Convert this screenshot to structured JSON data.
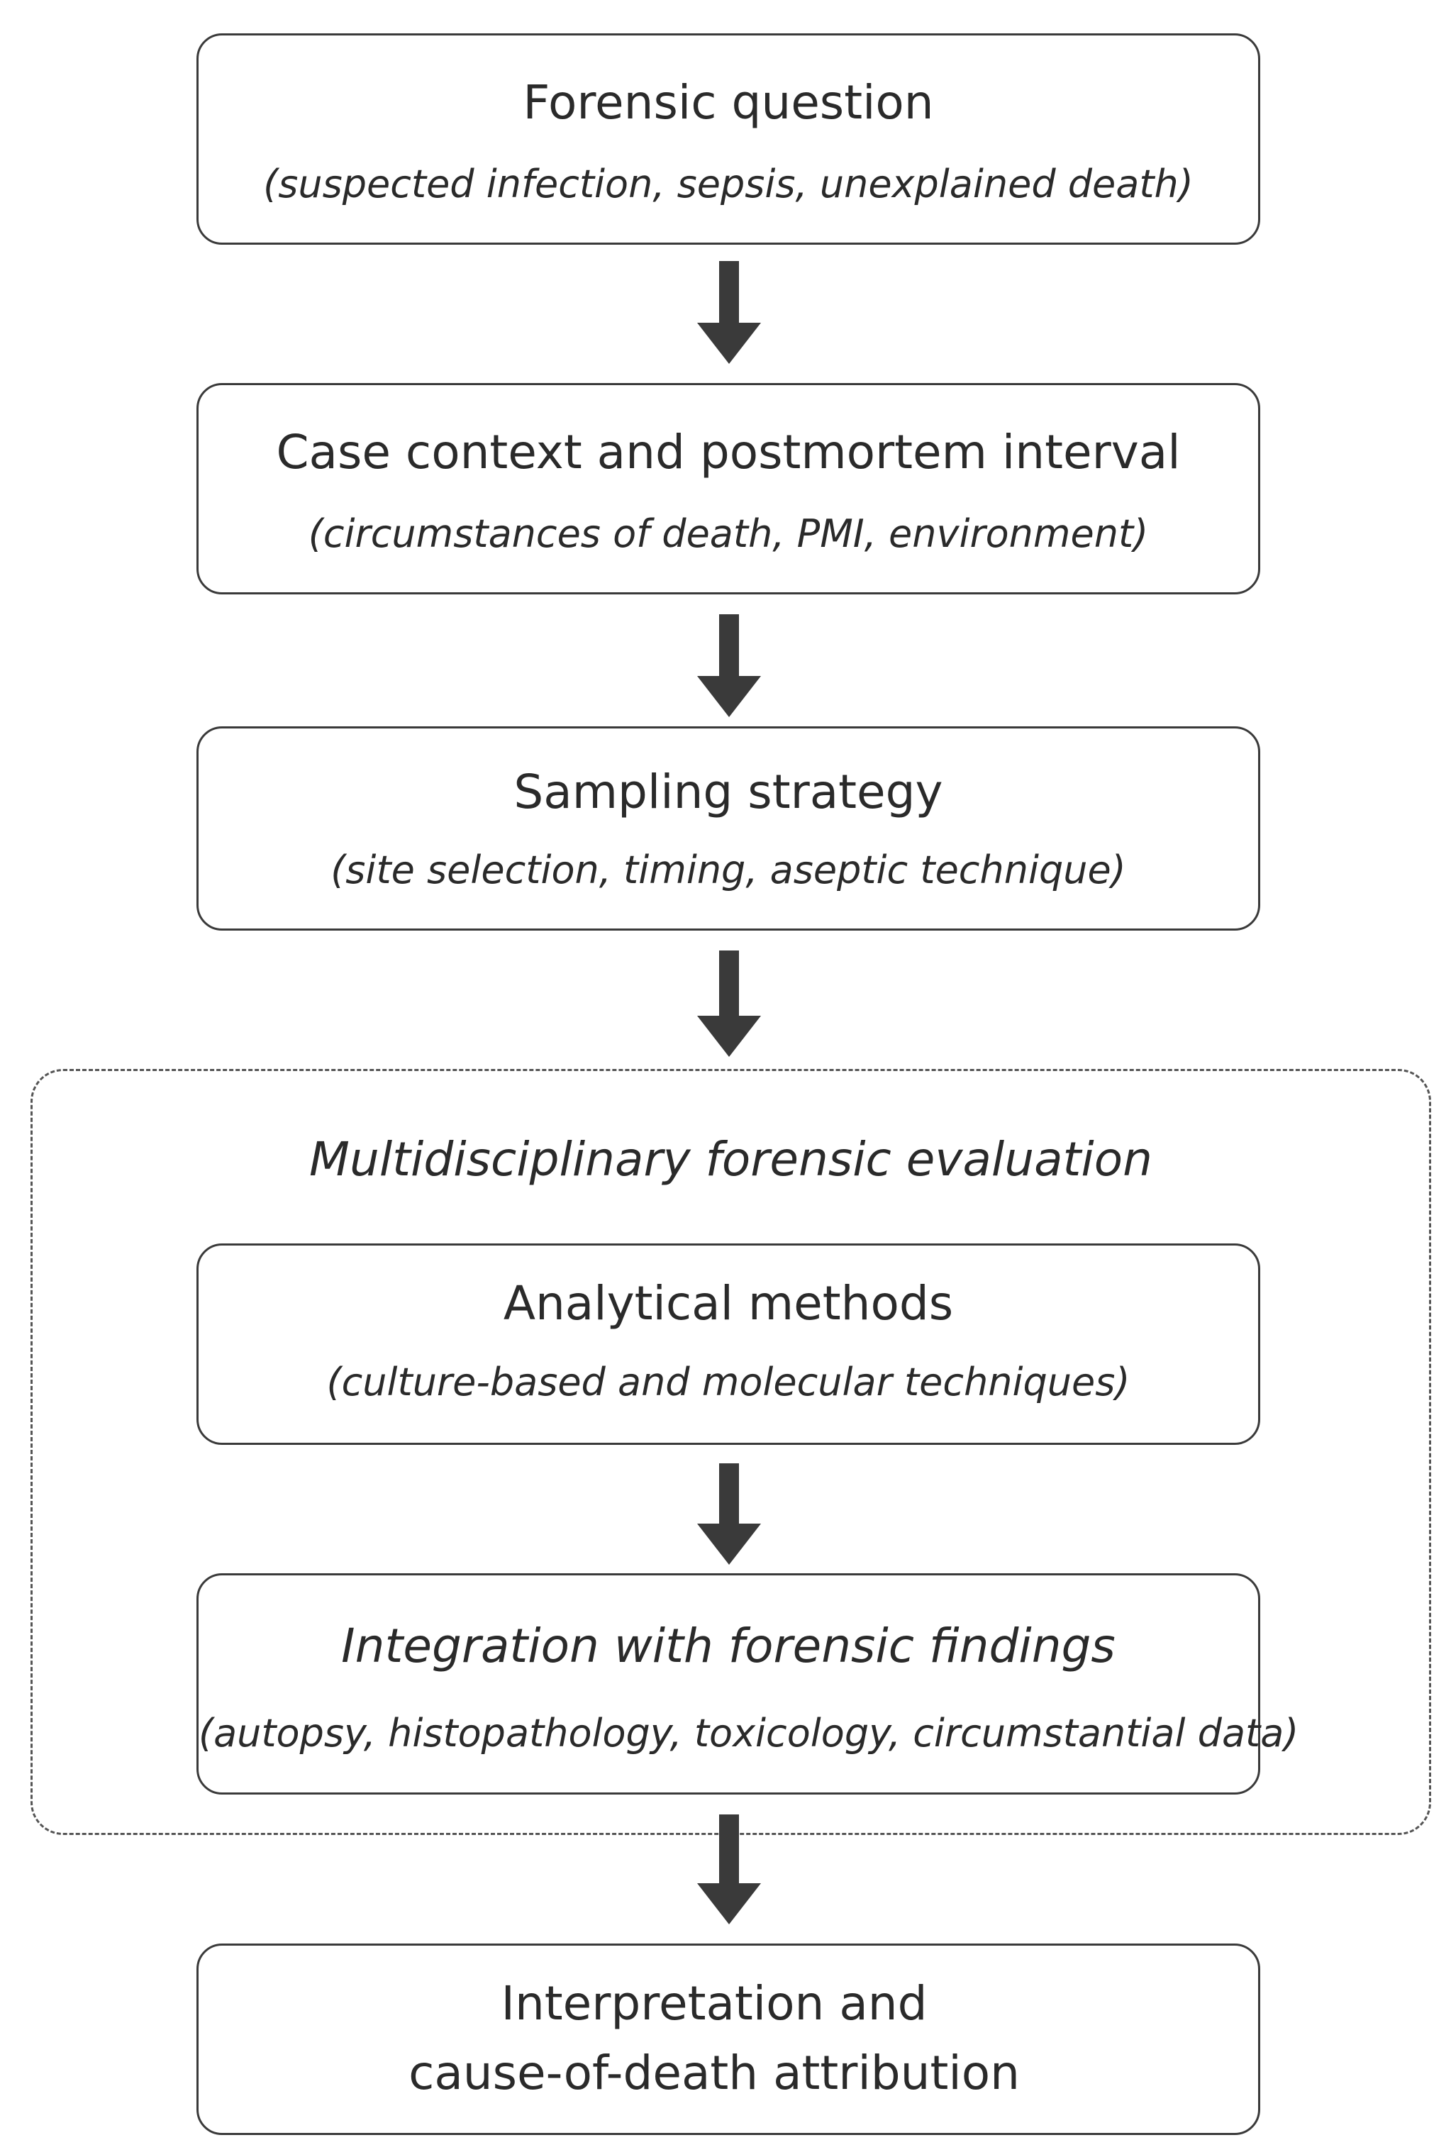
{
  "steps": [
    {
      "title": "Forensic question",
      "subtitle": "(suspected infection, sepsis, unexplained death)"
    },
    {
      "title": "Case context and postmortem interval",
      "subtitle": "(circumstances of death, PMI, environment)"
    },
    {
      "title": "Sampling strategy",
      "subtitle": "(site selection, timing, aseptic technique)"
    },
    {
      "title": "Analytical methods",
      "subtitle": "(culture-based and molecular techniques)"
    },
    {
      "title": "Integration with forensic findings",
      "subtitle": "(autopsy, histopathology, toxicology, circumstantial data)"
    },
    {
      "title_line1": "Interpretation and",
      "title_line2": "cause-of-death attribution"
    }
  ],
  "group": {
    "label": "Multidisciplinary forensic evaluation"
  }
}
